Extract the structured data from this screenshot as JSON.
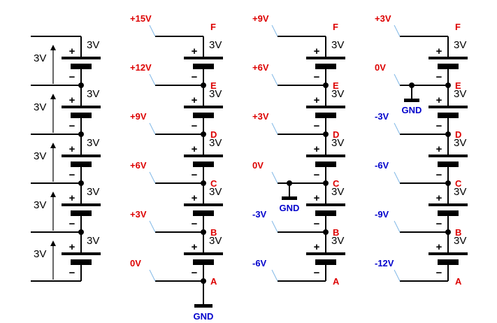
{
  "colors": {
    "wire": "#000000",
    "positive": "#dd0000",
    "negative": "#0000cc",
    "leader": "#7fb7e6",
    "ground_label": "#0000cc"
  },
  "icons": [
    "battery-icon",
    "ground-icon",
    "voltage-arrow-icon"
  ],
  "cell_voltage": "3V",
  "plus_sign": "+",
  "minus_sign": "−",
  "gnd_label": "GND",
  "panels": [
    {
      "nodes": [],
      "taps": [],
      "gnd_node": null
    },
    {
      "nodes": [
        "F",
        "E",
        "D",
        "C",
        "B",
        "A"
      ],
      "taps": [
        {
          "label": "+15V",
          "sign": "pos"
        },
        {
          "label": "+12V",
          "sign": "pos"
        },
        {
          "label": "+9V",
          "sign": "pos"
        },
        {
          "label": "+6V",
          "sign": "pos"
        },
        {
          "label": "+3V",
          "sign": "pos"
        },
        {
          "label": "0V",
          "sign": "pos"
        }
      ],
      "gnd_node": 5
    },
    {
      "nodes": [
        "F",
        "E",
        "D",
        "C",
        "B",
        "A"
      ],
      "taps": [
        {
          "label": "+9V",
          "sign": "pos"
        },
        {
          "label": "+6V",
          "sign": "pos"
        },
        {
          "label": "+3V",
          "sign": "pos"
        },
        {
          "label": "0V",
          "sign": "pos"
        },
        {
          "label": "-3V",
          "sign": "neg"
        },
        {
          "label": "-6V",
          "sign": "neg"
        }
      ],
      "gnd_node": 3
    },
    {
      "nodes": [
        "F",
        "E",
        "D",
        "C",
        "B",
        "A"
      ],
      "taps": [
        {
          "label": "+3V",
          "sign": "pos"
        },
        {
          "label": "0V",
          "sign": "pos"
        },
        {
          "label": "-3V",
          "sign": "neg"
        },
        {
          "label": "-6V",
          "sign": "neg"
        },
        {
          "label": "-9V",
          "sign": "neg"
        },
        {
          "label": "-12V",
          "sign": "neg"
        }
      ],
      "gnd_node": 1
    }
  ]
}
